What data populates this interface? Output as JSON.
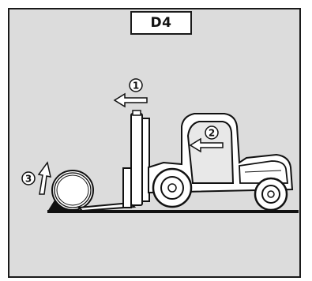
{
  "title": "D4",
  "steps": [
    {
      "number": "1",
      "arrow_direction": "left"
    },
    {
      "number": "2",
      "arrow_direction": "left"
    },
    {
      "number": "3",
      "arrow_direction": "up"
    }
  ],
  "colors": {
    "panel_background": "#dcdcdc",
    "outline": "#1a1a1a",
    "title_background": "#ffffff"
  }
}
